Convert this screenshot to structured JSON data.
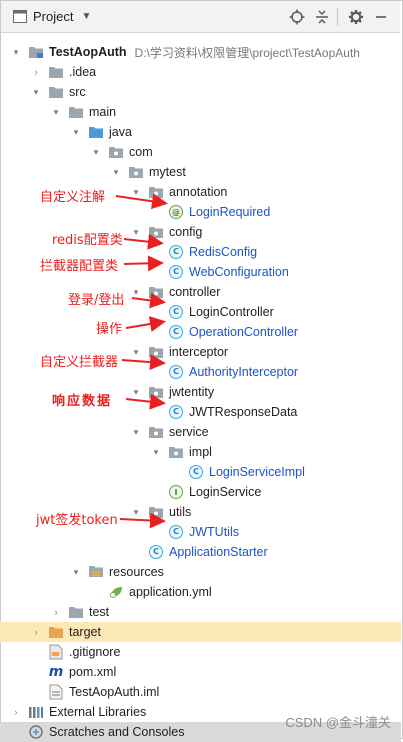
{
  "toolbar": {
    "title": "Project",
    "icons": [
      "window-icon",
      "chevron-down-icon",
      "locate-icon",
      "collapse-icon",
      "gear-icon",
      "minimize-icon"
    ]
  },
  "tree": {
    "project": {
      "name": "TestAopAuth",
      "path": "D:\\学习资料\\权限管理\\project\\TestAopAuth"
    },
    "idea": ".idea",
    "src": "src",
    "main": "main",
    "java": "java",
    "com": "com",
    "mytest": "mytest",
    "annotation": "annotation",
    "login_required": "LoginRequired",
    "config": "config",
    "redis_config": "RedisConfig",
    "web_configuration": "WebConfiguration",
    "controller": "controller",
    "login_controller": "LoginController",
    "operation_controller": "OperationController",
    "interceptor": "interceptor",
    "authority_interceptor": "AuthorityInterceptor",
    "jwtentity": "jwtentity",
    "jwt_response_data": "JWTResponseData",
    "service": "service",
    "impl": "impl",
    "login_service_impl": "LoginServiceImpl",
    "login_service": "LoginService",
    "utils": "utils",
    "jwt_utils": "JWTUtils",
    "application_starter": "ApplicationStarter",
    "resources": "resources",
    "application_yml": "application.yml",
    "test": "test",
    "target": "target",
    "gitignore": ".gitignore",
    "pom": "pom.xml",
    "iml": "TestAopAuth.iml",
    "external_libraries": "External Libraries",
    "scratches": "Scratches and Consoles"
  },
  "annotations": {
    "custom_annotation": "自定义注解",
    "redis_config": "redis配置类",
    "interceptor_config": "拦截器配置类",
    "login_logout": "登录/登出",
    "operation": "操作",
    "custom_interceptor": "自定义拦截器",
    "response_data": "响应数据",
    "jwt_token": "jwt签发token"
  },
  "watermark": "CSDN @金斗潼关",
  "colors": {
    "annotation_red": "#e8201f",
    "class_blue": "#1b55c4",
    "selected_row": "#fde9b6",
    "scratch_row": "#d9d9d9"
  }
}
